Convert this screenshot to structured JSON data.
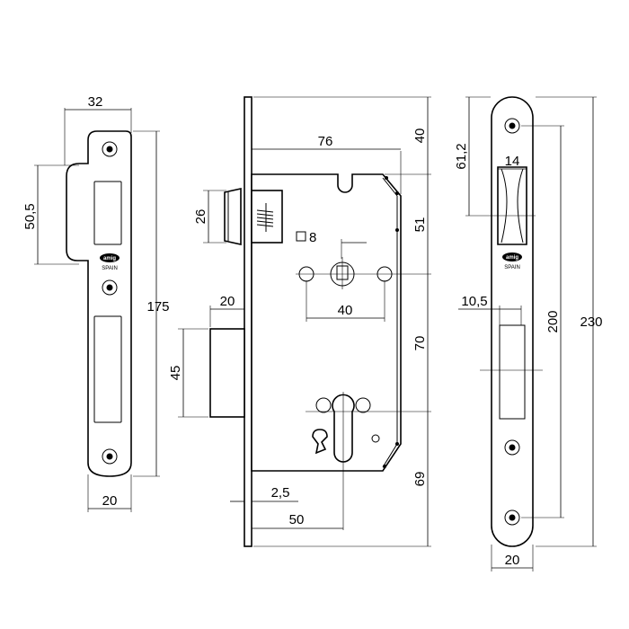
{
  "brand": {
    "logo_text": "amig",
    "origin_text": "SPAIN"
  },
  "dimensions": {
    "left_strike": {
      "width_top": "32",
      "height_recess": "50,5",
      "height_total": "175",
      "width_bottom": "20"
    },
    "lock_body": {
      "backset_top": "76",
      "top_offset": "40",
      "latch_height": "26",
      "latch_to_follower": "51",
      "follower_square": "8",
      "hole_spacing": "40",
      "bolt_projection": "20",
      "bolt_height": "45",
      "follower_to_cylinder": "70",
      "faceplate_thickness": "2,5",
      "backset": "50",
      "bottom_offset": "69"
    },
    "right_faceplate": {
      "latch_position": "61,2",
      "latch_width": "14",
      "bolt_width": "10,5",
      "screw_spacing": "200",
      "total_height": "230",
      "width": "20"
    }
  }
}
